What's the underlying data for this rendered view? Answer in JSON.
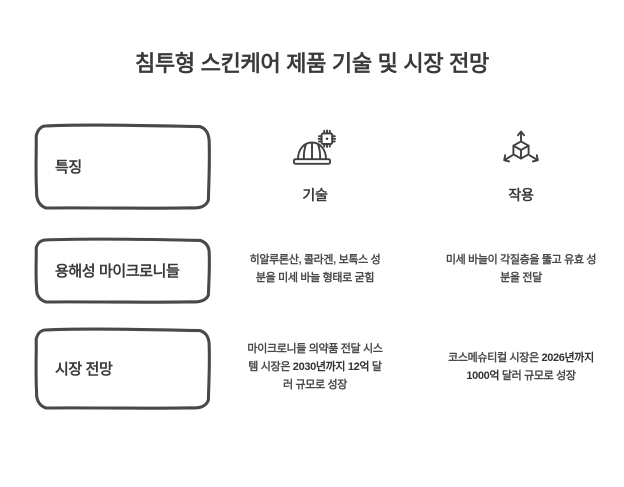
{
  "page": {
    "title": "침투형 스킨케어 제품 기술 및 시장 전망",
    "background_color": "#ffffff",
    "text_color": "#3a3a3a",
    "box_border_color": "#494949"
  },
  "row_labels": [
    {
      "id": "features",
      "text": "특징"
    },
    {
      "id": "microneedle",
      "text": "용해성 마이크로니들"
    },
    {
      "id": "market",
      "text": "시장 전망"
    }
  ],
  "columns": [
    {
      "id": "technology",
      "icon": "hard-hat-microchip-icon",
      "label": "기술"
    },
    {
      "id": "action",
      "icon": "cube-arrows-3d-icon",
      "label": "작용"
    }
  ],
  "cells": {
    "microneedle": {
      "technology": {
        "plain_before": "히알루론산, 콜라겐, 보톡스 성분을 미세 바늘 형태로 굳힘",
        "emphasis": "",
        "plain_after": ""
      },
      "action": {
        "plain_before": "미세 바늘이 각질층을 뚫고 유효 성분을 전달",
        "emphasis": "",
        "plain_after": ""
      }
    },
    "market": {
      "technology": {
        "plain_before": "마이크로니들 의약품 전달 시스템 시장은 ",
        "emphasis": "2030년까지 12억",
        "plain_after": " 달러 규모로 성장"
      },
      "action": {
        "plain_before": "코스메슈티컬 시장은 ",
        "emphasis": "2026년까지 1000억",
        "plain_after": " 달러 규모로 성장"
      }
    }
  }
}
